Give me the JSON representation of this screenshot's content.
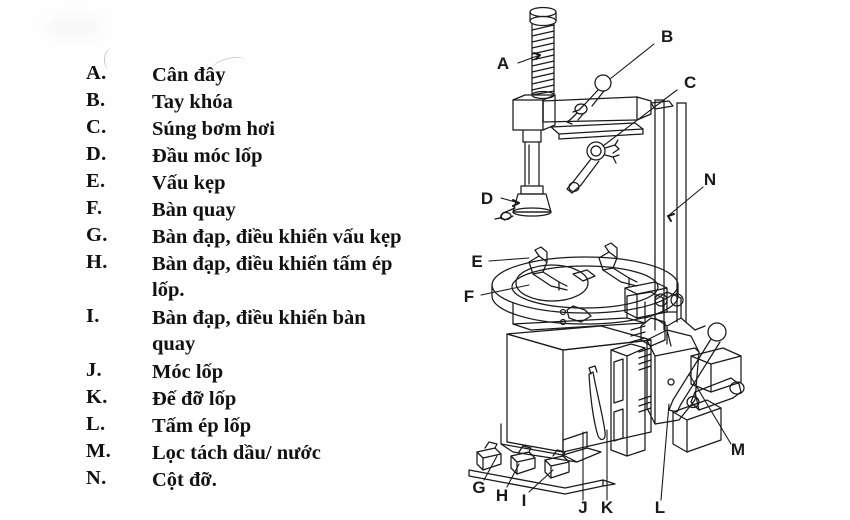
{
  "document": {
    "type": "parts-legend-diagram",
    "subject": "Máy tháo vỏ lốp (tire changer)",
    "background_color": "#fefefe",
    "ink_color": "#111111"
  },
  "legend": {
    "items": [
      {
        "key": "A.",
        "label": "Cân đây"
      },
      {
        "key": "B.",
        "label": "Tay khóa"
      },
      {
        "key": "C.",
        "label": "Súng bơm hơi"
      },
      {
        "key": "D.",
        "label": "Đầu móc lốp"
      },
      {
        "key": "E.",
        "label": "Vấu kẹp"
      },
      {
        "key": "F.",
        "label": "Bàn quay"
      },
      {
        "key": "G.",
        "label": "Bàn đạp, điều khiển vấu kẹp"
      },
      {
        "key": "H.",
        "label": "Bàn đạp, điều khiển tấm ép lốp."
      },
      {
        "key": "I.",
        "label": "Bàn đạp, điều khiển bàn quay"
      },
      {
        "key": "J.",
        "label": "Móc lốp"
      },
      {
        "key": "K.",
        "label": "Đế đỡ lốp"
      },
      {
        "key": "L.",
        "label": "Tấm ép lốp"
      },
      {
        "key": "M.",
        "label": "Lọc tách dầu/ nước"
      },
      {
        "key": "N.",
        "label": "Cột đỡ."
      }
    ]
  },
  "diagram": {
    "callouts": [
      {
        "id": "A",
        "text": "A",
        "points_to": "coil-spring-rod"
      },
      {
        "id": "B",
        "text": "B",
        "points_to": "lock-lever-ball-knob"
      },
      {
        "id": "C",
        "text": "C",
        "points_to": "air-inflation-gun"
      },
      {
        "id": "D",
        "text": "D",
        "points_to": "tire-mount-head"
      },
      {
        "id": "E",
        "text": "E",
        "points_to": "clamp-jaw"
      },
      {
        "id": "F",
        "text": "F",
        "points_to": "turntable"
      },
      {
        "id": "G",
        "text": "G",
        "points_to": "pedal-clamp"
      },
      {
        "id": "H",
        "text": "H",
        "points_to": "pedal-bead-breaker"
      },
      {
        "id": "I",
        "text": "I",
        "points_to": "pedal-turntable"
      },
      {
        "id": "J",
        "text": "J",
        "points_to": "tire-lever"
      },
      {
        "id": "K",
        "text": "K",
        "points_to": "tire-rest-base"
      },
      {
        "id": "L",
        "text": "L",
        "points_to": "bead-breaker-plate"
      },
      {
        "id": "M",
        "text": "M",
        "points_to": "oil-water-filter"
      },
      {
        "id": "N",
        "text": "N",
        "points_to": "support-column"
      }
    ]
  }
}
